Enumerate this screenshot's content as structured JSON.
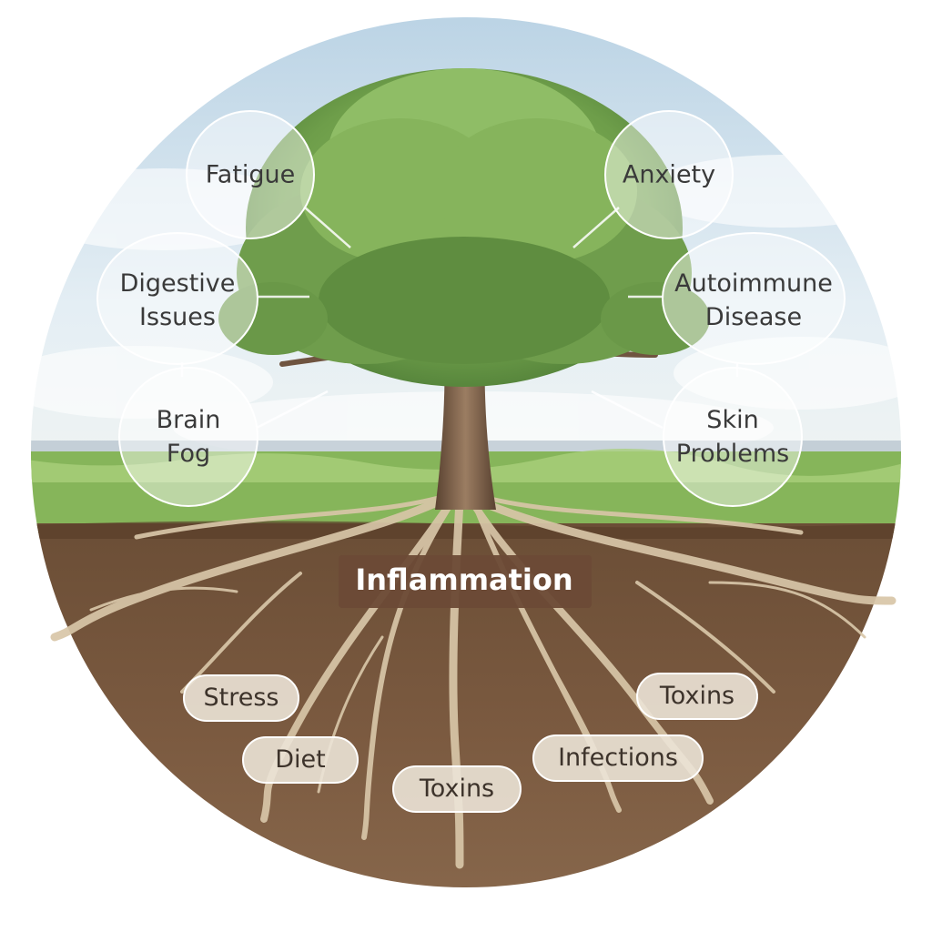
{
  "center": {
    "label": "Inflammation"
  },
  "symptoms": [
    {
      "id": "fatigue",
      "label": "Fatigue"
    },
    {
      "id": "anxiety",
      "label": "Anxiety"
    },
    {
      "id": "digestive",
      "label": "Digestive\nIssues"
    },
    {
      "id": "autoimmune",
      "label": "Autoimmune\nDisease"
    },
    {
      "id": "brainfog",
      "label": "Brain\nFog"
    },
    {
      "id": "skin",
      "label": "Skin\nProblems"
    }
  ],
  "causes": [
    {
      "id": "stress",
      "label": "Stress"
    },
    {
      "id": "toxins-right",
      "label": "Toxins"
    },
    {
      "id": "diet",
      "label": "Diet"
    },
    {
      "id": "infections",
      "label": "Infections"
    },
    {
      "id": "toxins-bottom",
      "label": "Toxins"
    }
  ]
}
